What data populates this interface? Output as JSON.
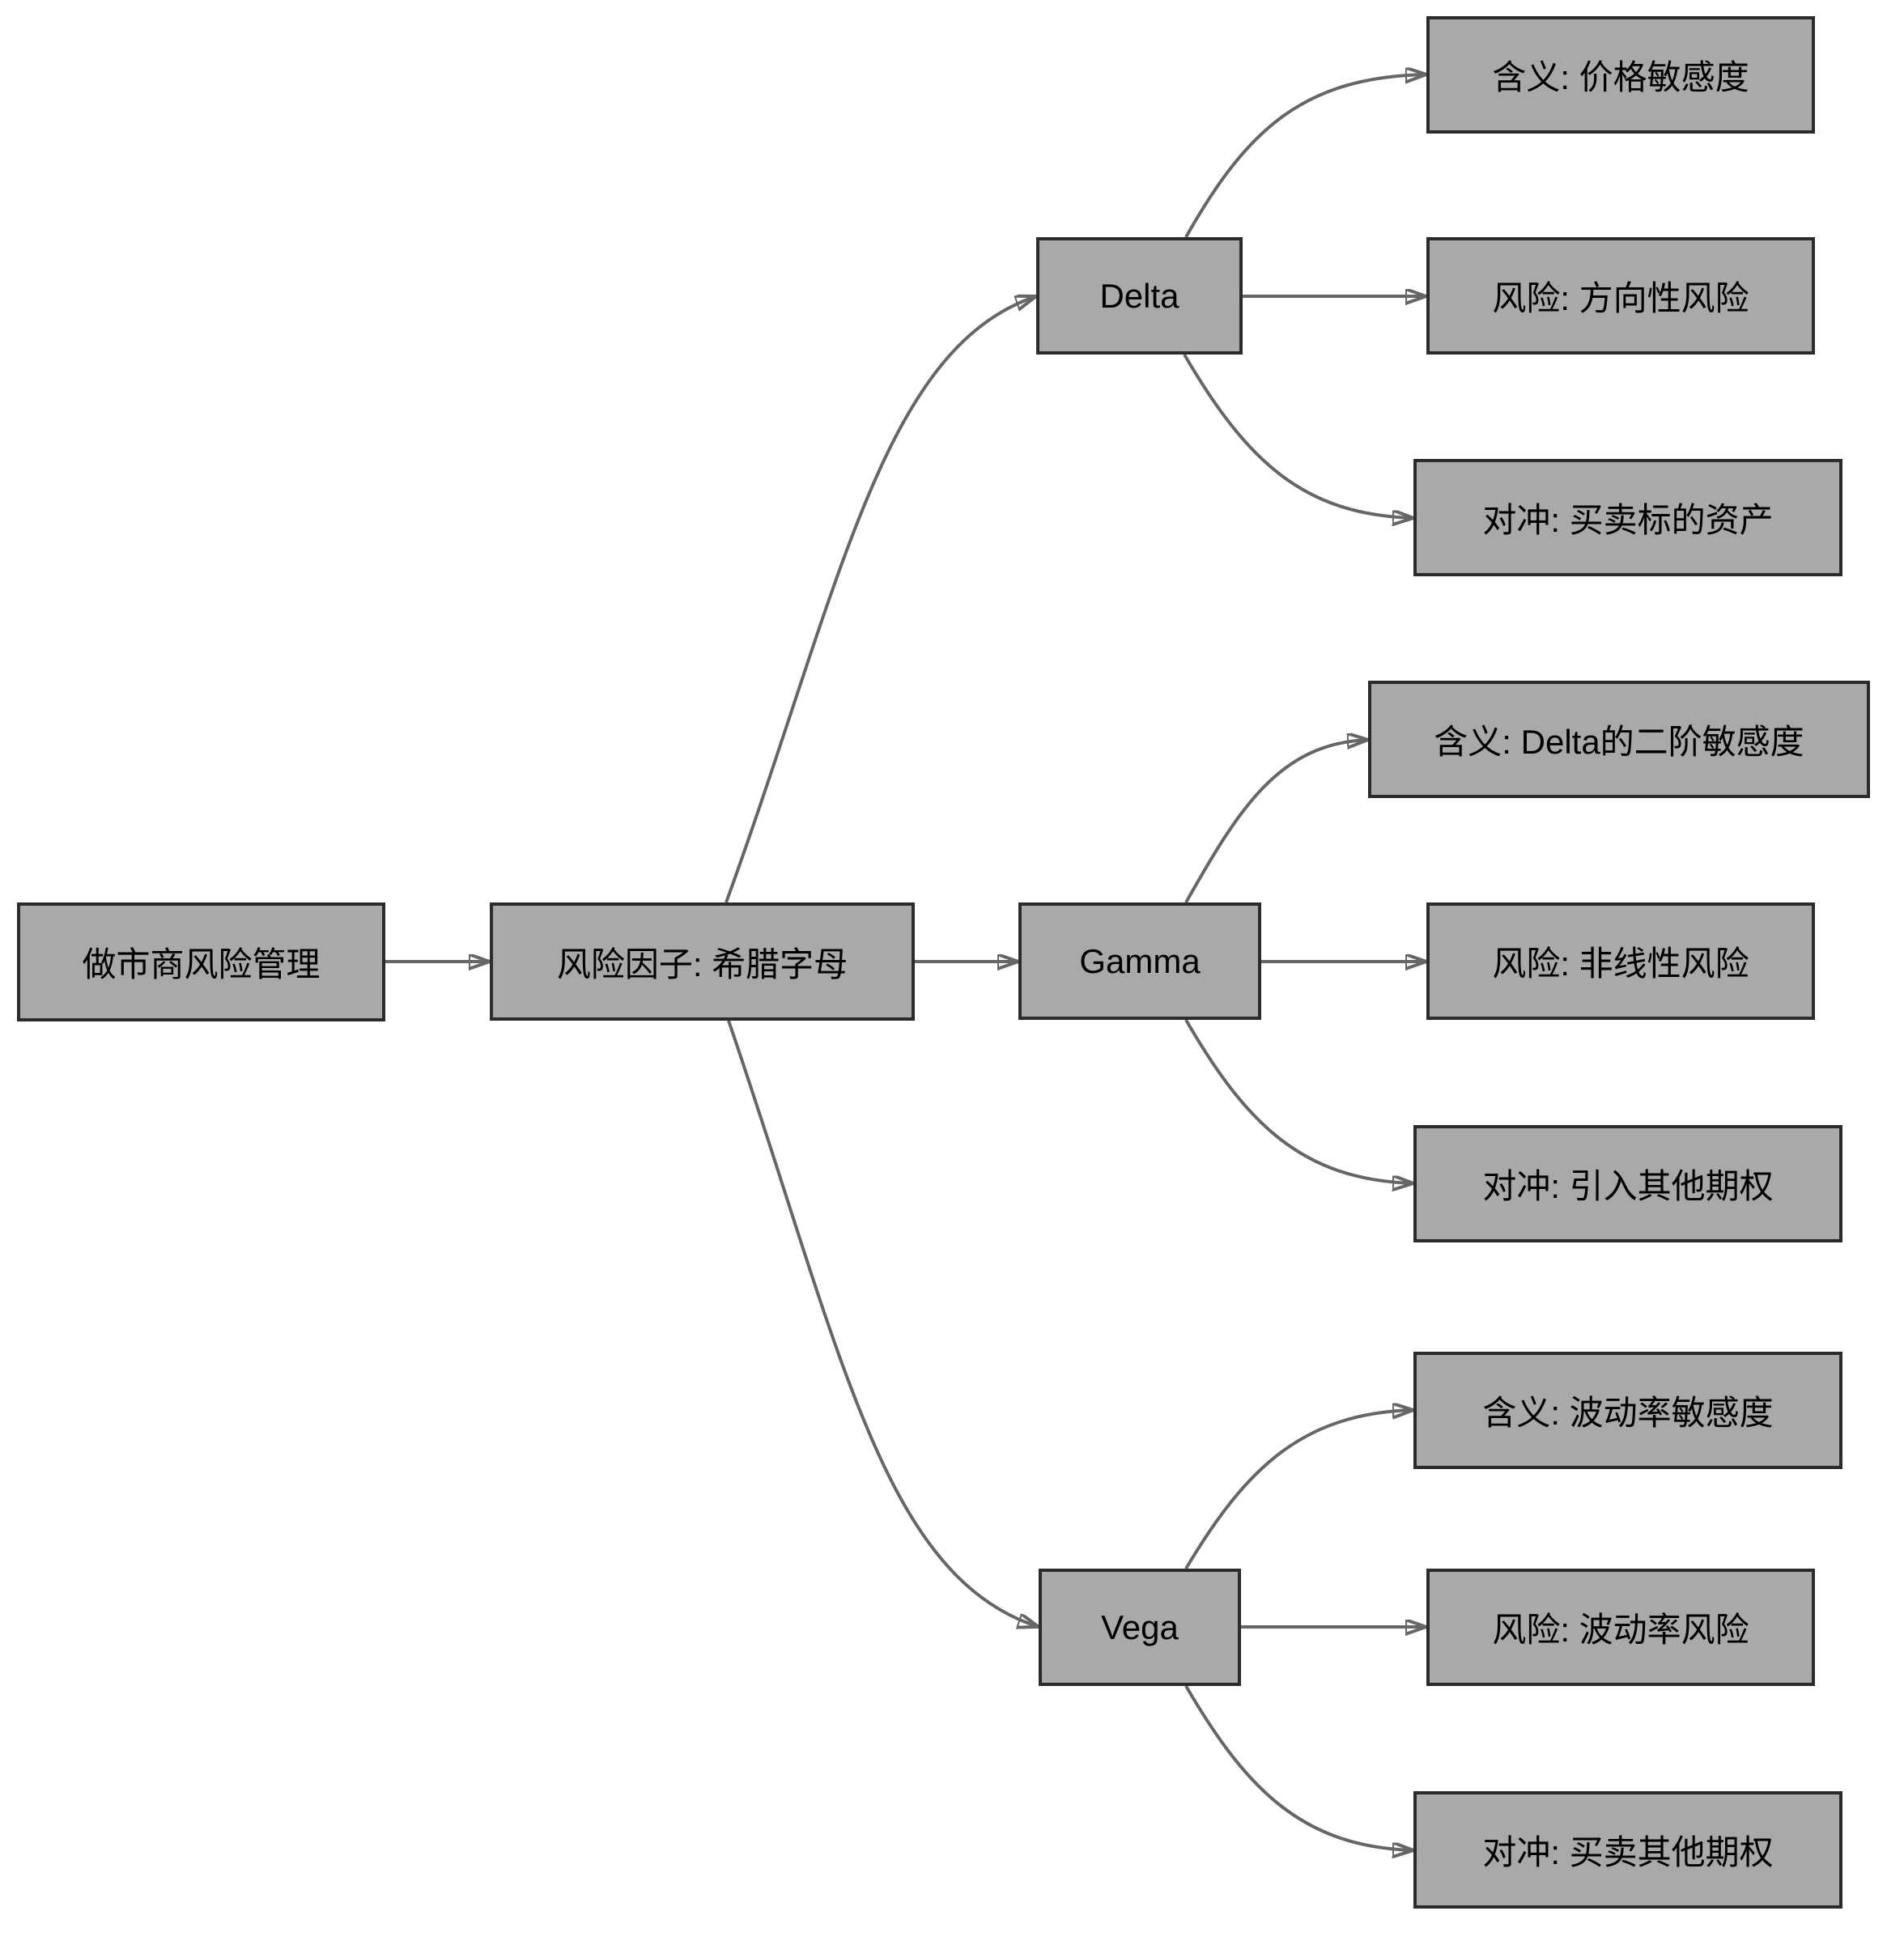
{
  "diagram": {
    "type": "flowchart",
    "direction": "left-to-right",
    "nodes": {
      "root": "做市商风险管理",
      "factor": "风险因子: 希腊字母",
      "delta": "Delta",
      "gamma": "Gamma",
      "vega": "Vega",
      "delta_meaning": "含义: 价格敏感度",
      "delta_risk": "风险: 方向性风险",
      "delta_hedge": "对冲: 买卖标的资产",
      "gamma_meaning": "含义: Delta的二阶敏感度",
      "gamma_risk": "风险: 非线性风险",
      "gamma_hedge": "对冲: 引入其他期权",
      "vega_meaning": "含义: 波动率敏感度",
      "vega_risk": "风险: 波动率风险",
      "vega_hedge": "对冲: 买卖其他期权"
    },
    "edges": [
      {
        "from": "root",
        "to": "factor"
      },
      {
        "from": "factor",
        "to": "delta"
      },
      {
        "from": "factor",
        "to": "gamma"
      },
      {
        "from": "factor",
        "to": "vega"
      },
      {
        "from": "delta",
        "to": "delta_meaning"
      },
      {
        "from": "delta",
        "to": "delta_risk"
      },
      {
        "from": "delta",
        "to": "delta_hedge"
      },
      {
        "from": "gamma",
        "to": "gamma_meaning"
      },
      {
        "from": "gamma",
        "to": "gamma_risk"
      },
      {
        "from": "gamma",
        "to": "gamma_hedge"
      },
      {
        "from": "vega",
        "to": "vega_meaning"
      },
      {
        "from": "vega",
        "to": "vega_risk"
      },
      {
        "from": "vega",
        "to": "vega_hedge"
      }
    ],
    "colors": {
      "background": "#ffffff",
      "node_fill": "#a9a9a9",
      "node_border": "#2b2b2b",
      "edge": "#666666",
      "text": "#000000"
    }
  }
}
